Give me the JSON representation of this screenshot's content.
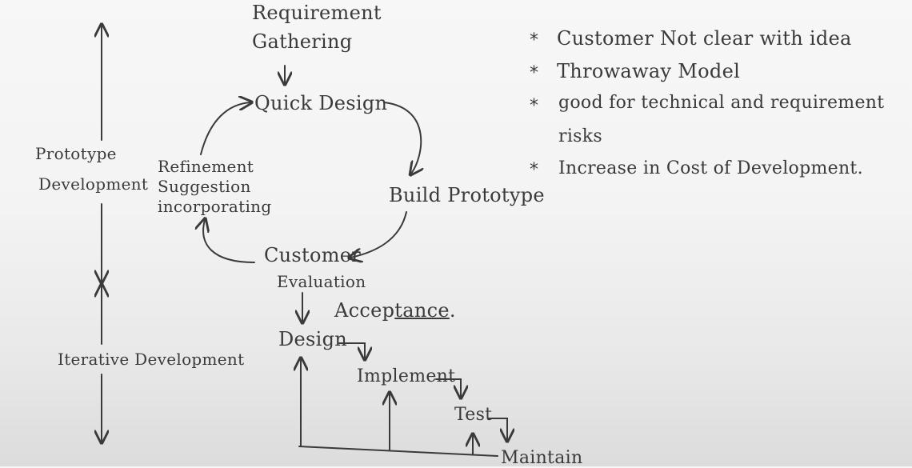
{
  "diagram": {
    "phases": {
      "prototype_development": [
        "Prototype",
        "Development"
      ],
      "iterative_development": "Iterative Development"
    },
    "prototype_cycle": {
      "requirement_gathering": [
        "Requirement",
        "Gathering"
      ],
      "quick_design": "Quick Design",
      "build_prototype": "Build Prototype",
      "customer_evaluation": [
        "Customer",
        "Evaluation"
      ],
      "refinement": [
        "Refinement",
        "Suggestion",
        "incorporating"
      ]
    },
    "acceptance_label": [
      "Acceptance",
      "."
    ],
    "waterfall_steps": {
      "design": "Design",
      "implement": "Implement",
      "test": "Test",
      "maintain": "Maintain"
    },
    "notes": [
      {
        "bullet": "*",
        "lines": [
          "Customer Not clear with idea"
        ]
      },
      {
        "bullet": "*",
        "lines": [
          "Throwaway Model"
        ]
      },
      {
        "bullet": "*",
        "lines": [
          "good for technical and requirement",
          "risks"
        ]
      },
      {
        "bullet": "*",
        "lines": [
          "Increase in Cost of Development."
        ]
      }
    ],
    "ink_color": "#3a3a3a"
  }
}
